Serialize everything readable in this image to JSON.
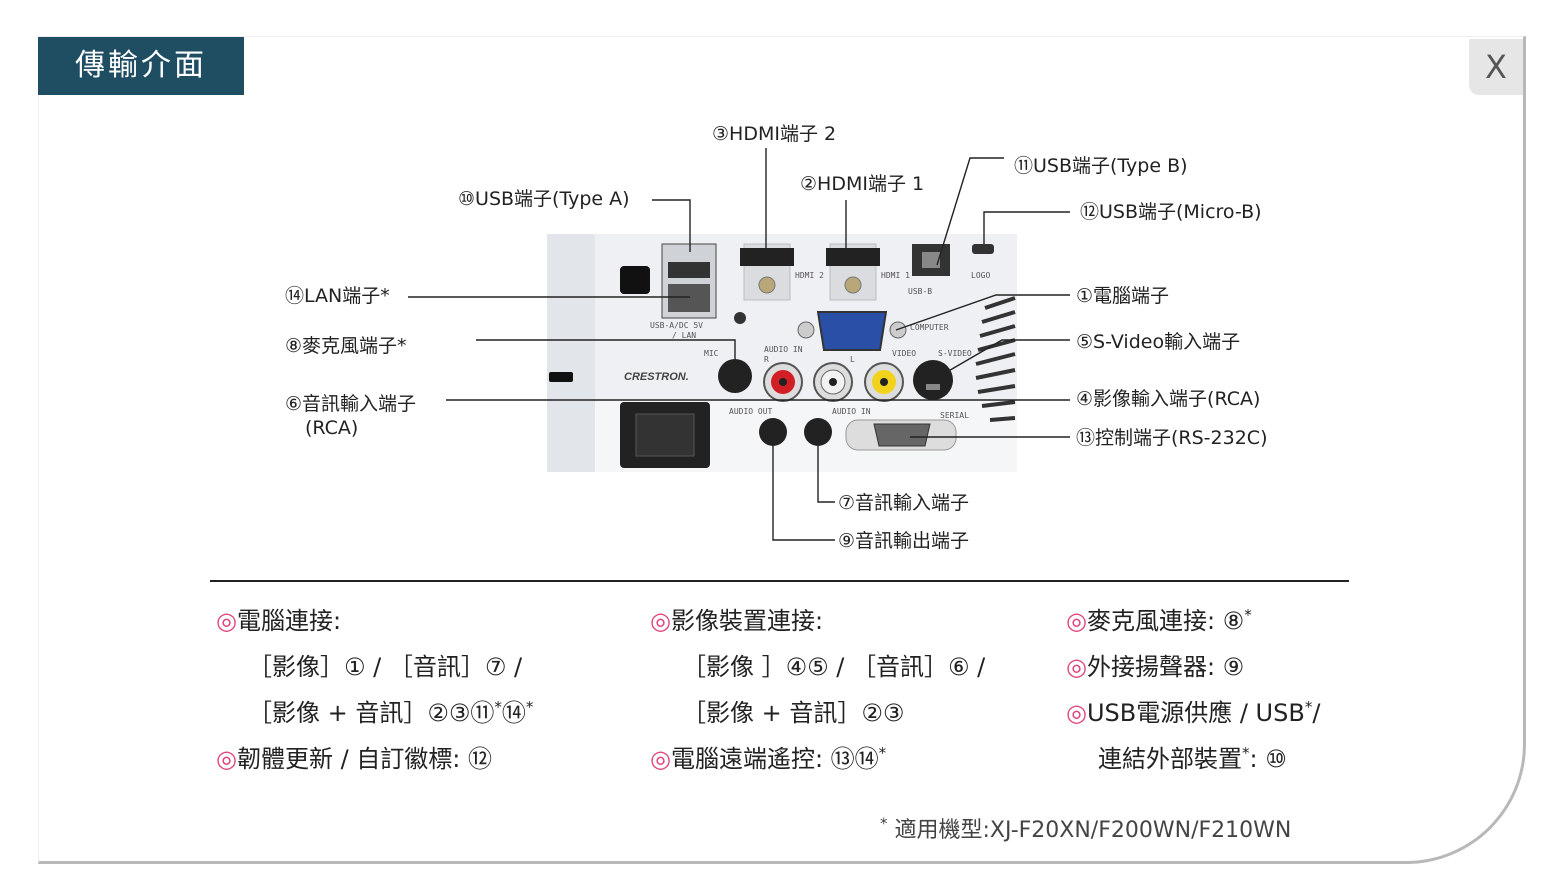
{
  "window": {
    "title": "傳輸介面",
    "close_label": "X"
  },
  "diagram": {
    "panel_labels": {
      "hdmi2": "HDMI 2",
      "hdmi1": "HDMI 1",
      "usb_b": "USB-B",
      "logo": "LOGO",
      "usb_a": "USB-A/DC 5V",
      "lan": "/ LAN",
      "computer": "COMPUTER",
      "mic": "MIC",
      "audio_in_top": "AUDIO IN",
      "r": "R",
      "l": "L",
      "video": "VIDEO",
      "svideo": "S-VIDEO",
      "crestron": "CRESTRON.",
      "audio_out": "AUDIO OUT",
      "audio_in": "AUDIO IN",
      "serial": "SERIAL"
    },
    "callouts": {
      "hdmi2": "③HDMI端子 2",
      "usb_typeb": "⑪USB端子(Type B)",
      "hdmi1": "②HDMI端子 1",
      "usb_typea": "⑩USB端子(Type A)",
      "usb_microb": "⑫USB端子(Micro-B)",
      "lan": "⑭LAN端子*",
      "computer": "①電腦端子",
      "mic": "⑧麥克風端子*",
      "svideo": "⑤S-Video輸入端子",
      "audio_in_rca": "⑥音訊輸入端子",
      "audio_in_rca_2": "(RCA)",
      "video_rca": "④影像輸入端子(RCA)",
      "control": "⑬控制端子(RS-232C)",
      "audio_in": "⑦音訊輸入端子",
      "audio_out": "⑨音訊輸出端子"
    }
  },
  "legend": {
    "col1": {
      "l1": "◎電腦連接:",
      "l2": "［影像］① / ［音訊］⑦ /",
      "l3": "［影像 + 音訊］②③⑪",
      "l3_sup": "*",
      "l3_tail": "⑭",
      "l3_sup2": "*",
      "l4": "◎韌體更新 / 自訂徽標: ⑫"
    },
    "col2": {
      "l1": "◎影像裝置連接:",
      "l2": "［影像 ］④⑤ / ［音訊］⑥ /",
      "l3": "［影像 + 音訊］②③",
      "l4": "◎電腦遠端遙控: ⑬⑭",
      "l4_sup": "*"
    },
    "col3": {
      "l1": "◎麥克風連接: ⑧",
      "l1_sup": "*",
      "l2": "◎外接揚聲器: ⑨",
      "l3": "◎USB電源供應 / USB",
      "l3_sup": "*",
      "l3_tail": "/",
      "l4": "連結外部裝置",
      "l4_sup": "*",
      "l4_tail": ": ⑩"
    },
    "footnote_star": "*",
    "footnote": "適用機型:XJ-F20XN/F200WN/F210WN"
  },
  "colors": {
    "title_bg": "#1f4e63",
    "accent": "#e0457b",
    "close_bg": "#e6e6e6"
  }
}
